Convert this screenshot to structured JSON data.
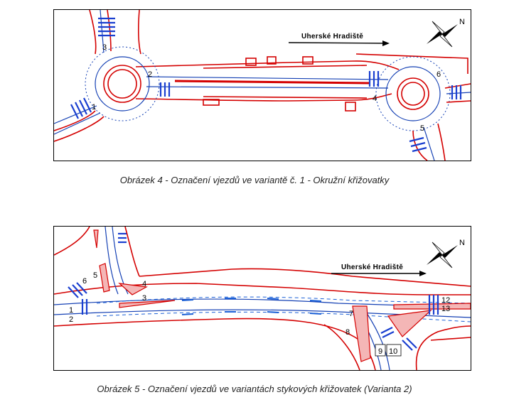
{
  "figure1": {
    "caption": "Obrázek 4 - Označení vjezdů ve variantě č. 1 - Okružní křižovatky",
    "direction_label": "Uherské Hradiště",
    "north_label": "N",
    "entry_labels": [
      "1",
      "2",
      "3",
      "4",
      "5",
      "6"
    ]
  },
  "figure2": {
    "caption": "Obrázek 5 - Označení vjezdů ve variantách stykových křižovatek (Varianta 2)",
    "direction_label": "Uherské Hradiště",
    "north_label": "N",
    "entry_labels": [
      "1",
      "2",
      "3",
      "4",
      "5",
      "6",
      "7",
      "8",
      "9",
      "10",
      "12",
      "13"
    ]
  },
  "colors": {
    "road_edge": "#d40000",
    "lane_marking": "#1440b4",
    "hatched_island": "#f4b6b6"
  }
}
